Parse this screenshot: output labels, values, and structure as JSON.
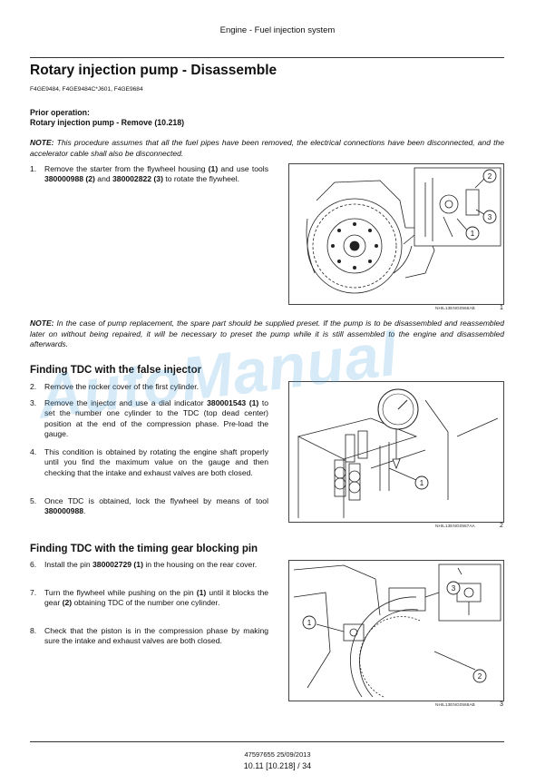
{
  "header": {
    "title": "Engine - Fuel injection system"
  },
  "page_title": "Rotary injection pump - Disassemble",
  "models": "F4GE9484, F4GE9484C*J601, F4GE9684",
  "prior_operation": {
    "label": "Prior operation:",
    "text": "Rotary injection pump - Remove (10.218)"
  },
  "note1": {
    "label": "NOTE:",
    "text": "This procedure assumes that all the fuel pipes have been removed, the electrical connections have been disconnected, and the accelerator cable shall also be disconnected."
  },
  "step1": {
    "num": "1.",
    "a": "Remove the starter from the flywheel housing ",
    "b": "(1)",
    "c": " and use tools ",
    "d": "380000988 (2)",
    "e": " and ",
    "f": "380002822 (3)",
    "g": " to rotate the flywheel."
  },
  "fig1": {
    "code": "NHIL13ENG0566AB",
    "num": "1",
    "callouts": [
      "1",
      "2",
      "3"
    ]
  },
  "note2": {
    "label": "NOTE:",
    "text": "In the case of pump replacement, the spare part should be supplied preset. If the pump is to be disassembled and reassembled later on without being repaired, it will be necessary to preset the pump while it is still assembled to the engine and disassembled afterwards."
  },
  "section1": "Finding TDC with the false injector",
  "step2": {
    "num": "2.",
    "text": "Remove the rocker cover of the first cylinder."
  },
  "step3": {
    "num": "3.",
    "a": "Remove the injector and use a dial indicator ",
    "b": "380001543 (1)",
    "c": " to set the number one cylinder to the TDC (top dead center) position at the end of the compression phase. Pre-load the gauge."
  },
  "step4": {
    "num": "4.",
    "text": "This condition is obtained by rotating the engine shaft properly until you find the maximum value on the gauge and then checking that the intake and exhaust valves are both closed."
  },
  "step5": {
    "num": "5.",
    "a": "Once TDC is obtained, lock the flywheel by means of tool ",
    "b": "380000988",
    "c": "."
  },
  "fig2": {
    "code": "NHIL13ENG0567AA",
    "num": "2",
    "callouts": [
      "1"
    ]
  },
  "section2": "Finding TDC with the timing gear blocking pin",
  "step6": {
    "num": "6.",
    "a": "Install the pin ",
    "b": "380002729 (1)",
    "c": " in the housing on the rear cover."
  },
  "step7": {
    "num": "7.",
    "a": "Turn the flywheel while pushing on the pin ",
    "b": "(1)",
    "c": " until it blocks the gear ",
    "d": "(2)",
    "e": " obtaining TDC of the number one cylinder."
  },
  "step8": {
    "num": "8.",
    "text": "Check that the piston is in the compression phase by making sure the intake and exhaust valves are both closed."
  },
  "fig3": {
    "code": "NHIL13ENG0568AB",
    "num": "3",
    "callouts": [
      "1",
      "2",
      "3"
    ]
  },
  "footer": {
    "doc": "47597655 25/09/2013",
    "page": "10.11 [10.218] / 34"
  },
  "watermark": "AutoManual"
}
